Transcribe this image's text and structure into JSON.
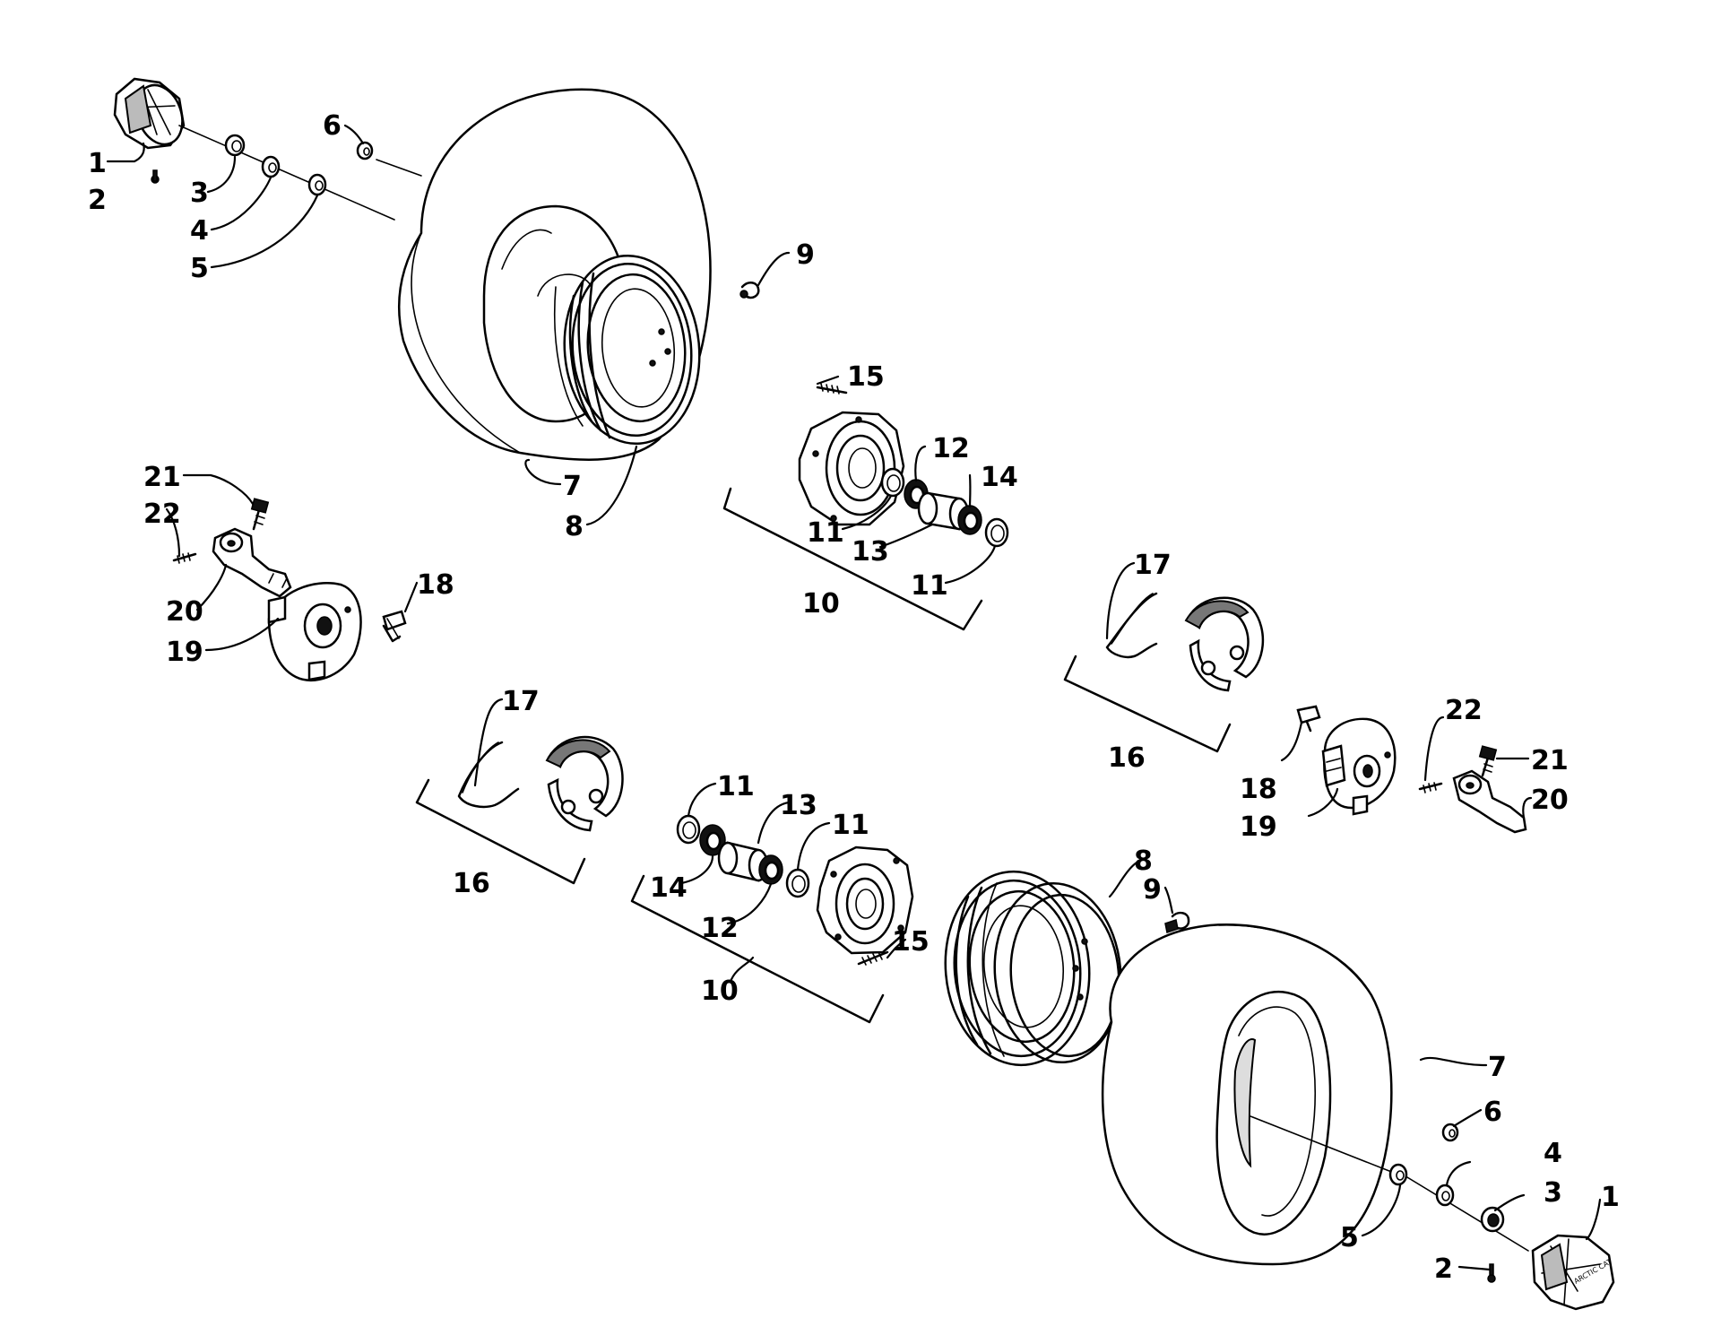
{
  "callouts": {
    "c1": "1",
    "c2": "2",
    "c3": "3",
    "c4": "4",
    "c5": "5",
    "c6": "6",
    "c7": "7",
    "c8": "8",
    "c9": "9",
    "c10": "10",
    "c11": "11",
    "c12": "12",
    "c13": "13",
    "c14": "14",
    "c15": "15",
    "c16": "16",
    "c17": "17",
    "c18": "18",
    "c19": "19",
    "c20": "20",
    "c21": "21",
    "c22": "22"
  },
  "hub_cap_logo": "ARCTIC CAT"
}
